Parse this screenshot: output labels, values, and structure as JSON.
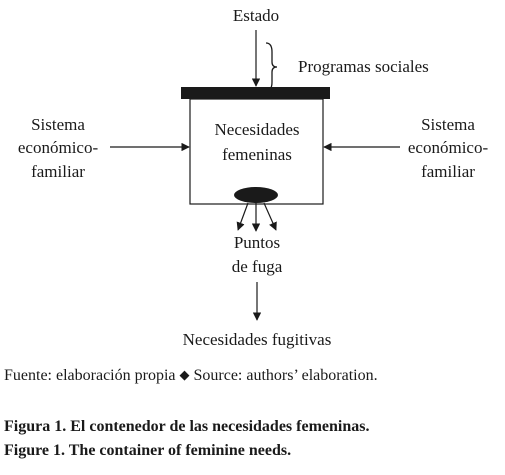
{
  "diagram": {
    "estado": "Estado",
    "programas_sociales": "Programas sociales",
    "container_line1": "Necesidades",
    "container_line2": "femeninas",
    "left_line1": "Sistema",
    "left_line2": "económico-",
    "left_line3": "familiar",
    "right_line1": "Sistema",
    "right_line2": "económico-",
    "right_line3": "familiar",
    "puntos_line1": "Puntos",
    "puntos_line2": "de fuga",
    "fugitivas": "Necesidades fugitivas"
  },
  "source": {
    "es": "Fuente: elaboración propia",
    "separator": "◆",
    "en": "Source: authors’ elaboration."
  },
  "caption": {
    "es": "Figura 1. El contenedor de las necesidades femeninas.",
    "en": "Figure 1. The container of feminine needs."
  }
}
